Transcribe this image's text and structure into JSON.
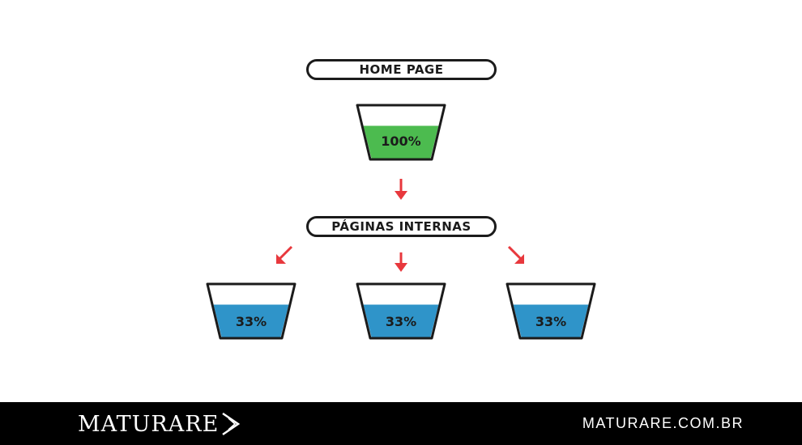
{
  "diagram": {
    "home": {
      "label": "HOME PAGE",
      "fill_percent_label": "100%",
      "fill_fraction": 0.62,
      "fill_color": "#4cbb4f"
    },
    "internal": {
      "label": "PÁGINAS INTERNAS",
      "pages": [
        {
          "fill_percent_label": "33%",
          "fill_fraction": 0.62,
          "fill_color": "#2f94c9"
        },
        {
          "fill_percent_label": "33%",
          "fill_fraction": 0.62,
          "fill_color": "#2f94c9"
        },
        {
          "fill_percent_label": "33%",
          "fill_fraction": 0.62,
          "fill_color": "#2f94c9"
        }
      ]
    },
    "arrow_color": "#e8383d",
    "outline_color": "#1b1b1b"
  },
  "footer": {
    "brand": "MATURARE",
    "url": "MATURARE.COM.BR"
  }
}
